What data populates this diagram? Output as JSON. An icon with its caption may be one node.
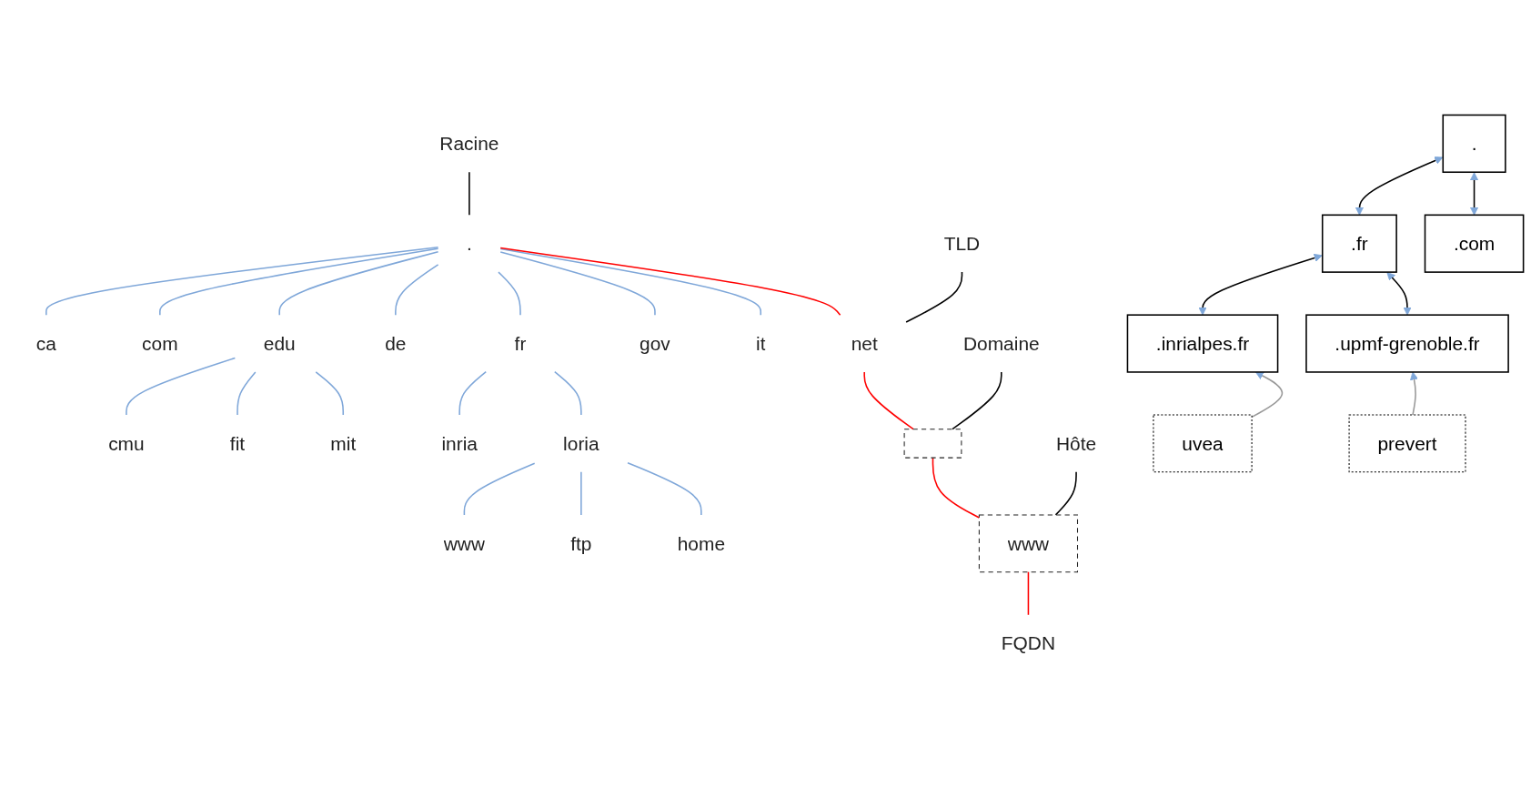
{
  "diagram": {
    "nodes": [
      {
        "text": [
          "."
        ]
      },
      {
        "text": [
          "ca"
        ]
      },
      {
        "text": [
          "com"
        ]
      },
      {
        "text": [
          "edu"
        ]
      },
      {
        "text": [
          "de"
        ]
      },
      {
        "text": [
          "fr"
        ]
      },
      {
        "text": [
          "gov"
        ]
      },
      {
        "text": [
          "it"
        ]
      },
      {
        "text": [
          "net"
        ]
      },
      {
        "text": [
          "cmu"
        ]
      },
      {
        "text": [
          "fit"
        ]
      },
      {
        "text": [
          "mit"
        ]
      },
      {
        "text": [
          "inria"
        ]
      },
      {
        "text": [
          "loria"
        ]
      },
      {
        "text": [],
        "shape": "box"
      },
      {
        "text": [
          "www"
        ]
      },
      {
        "text": [
          "ftp"
        ]
      },
      {
        "text": [
          "home"
        ]
      },
      {
        "text": [
          "www"
        ]
      },
      {
        "text": [
          "FQDN"
        ]
      },
      {
        "text": [
          "Racine"
        ]
      },
      {
        "text": [
          "TLD"
        ]
      },
      {
        "text": [
          "Domaine"
        ]
      },
      {
        "text": [
          "Hôte"
        ]
      },
      {
        "text": [
          "."
        ]
      },
      {
        "text": [
          ".fr"
        ]
      },
      {
        "text": [
          ".com"
        ]
      },
      {
        "text": [
          ".inrialpes.fr"
        ]
      },
      {
        "text": [
          ".upmf-grenoble.fr"
        ]
      },
      {
        "text": [
          "uvea"
        ]
      },
      {
        "text": [
          "prevert"
        ]
      }
    ],
    "edges": [
      {
        "from": 0,
        "to": 1,
        "arrow": "none"
      },
      {
        "from": 0,
        "to": 2,
        "arrow": "none"
      },
      {
        "from": 0,
        "to": 3,
        "arrow": "none"
      },
      {
        "from": 0,
        "to": 4,
        "arrow": "none"
      },
      {
        "from": 0,
        "to": 5,
        "arrow": "none"
      },
      {
        "from": 0,
        "to": 6,
        "arrow": "none"
      },
      {
        "from": 0,
        "to": 7,
        "arrow": "none"
      },
      {
        "from": 0,
        "to": 8,
        "arrow": "none",
        "color": "#ff0000"
      },
      {
        "from": 3,
        "to": 9,
        "arrow": "none"
      },
      {
        "from": 3,
        "to": 10,
        "arrow": "none"
      },
      {
        "from": 3,
        "to": 11,
        "arrow": "none"
      },
      {
        "from": 5,
        "to": 12,
        "arrow": "none"
      },
      {
        "from": 5,
        "to": 13,
        "arrow": "none"
      },
      {
        "from": 8,
        "to": 14,
        "arrow": "none",
        "color": "#ff0000"
      },
      {
        "from": 13,
        "to": 15,
        "arrow": "none"
      },
      {
        "from": 13,
        "to": 16,
        "arrow": "none"
      },
      {
        "from": 13,
        "to": 17,
        "arrow": "none"
      },
      {
        "from": 14,
        "to": 18,
        "arrow": "none",
        "color": "#ff0000"
      },
      {
        "from": 18,
        "to": 19,
        "arrow": "none",
        "color": "#ff0000"
      },
      {
        "from": 20,
        "to": 0,
        "arrow": "none",
        "color": "#000000"
      },
      {
        "from": 21,
        "to": 8,
        "arrow": "none",
        "color": "#000000"
      },
      {
        "from": 22,
        "to": 14,
        "arrow": "none",
        "color": "#000000"
      },
      {
        "from": 23,
        "to": 18,
        "arrow": "none",
        "color": "#000000"
      },
      {
        "from": 24,
        "to": 25,
        "arrow": "both",
        "color": "#000000"
      },
      {
        "from": 24,
        "to": 26,
        "arrow": "both",
        "color": "#000000"
      },
      {
        "from": 25,
        "to": 27,
        "arrow": "both",
        "color": "#000000"
      },
      {
        "from": 25,
        "to": 28,
        "arrow": "both",
        "color": "#000000"
      },
      {
        "from": 29,
        "to": 27,
        "arrow": "to",
        "color": "#999999"
      },
      {
        "from": 30,
        "to": 28,
        "arrow": "to",
        "color": "#999999"
      }
    ]
  }
}
